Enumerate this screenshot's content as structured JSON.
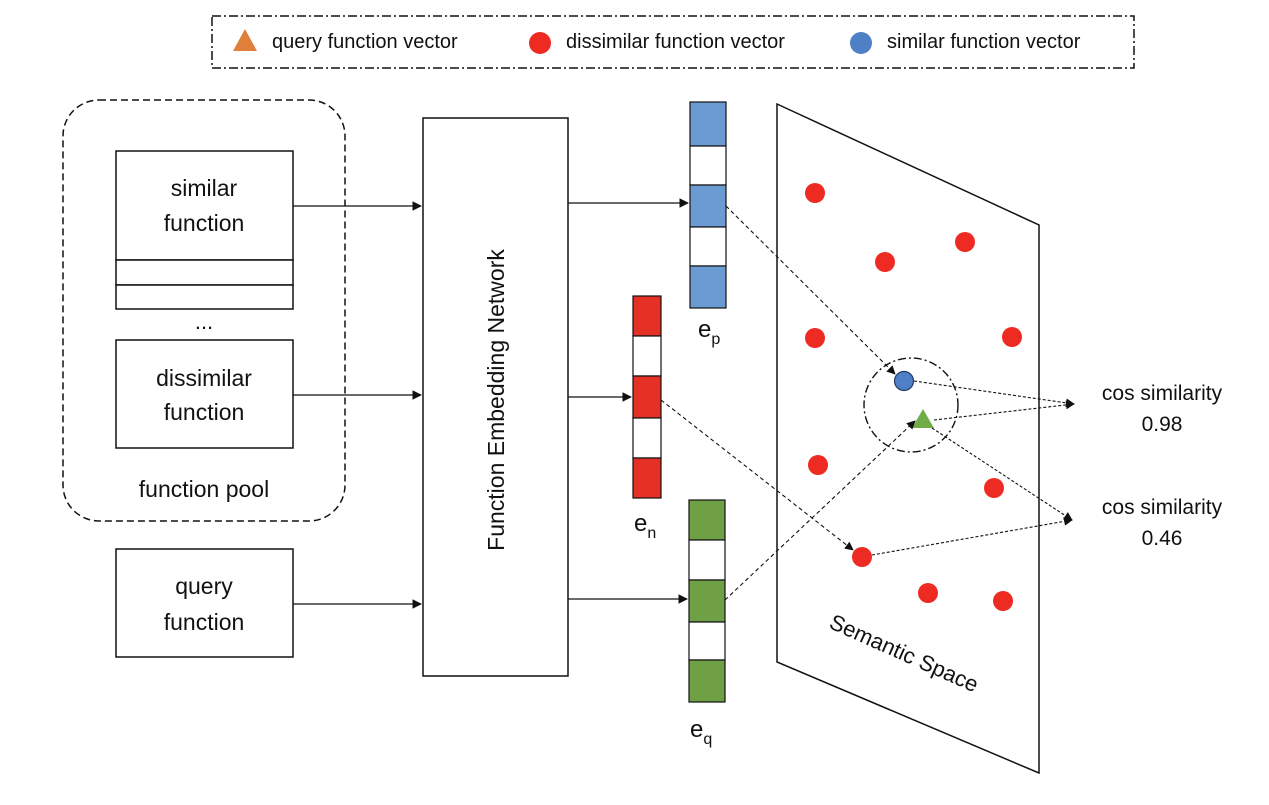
{
  "legend": {
    "query": "query function vector",
    "dissimilar": "dissimilar function vector",
    "similar": "similar function vector"
  },
  "pool": {
    "similar_line1": "similar",
    "similar_line2": "function",
    "ellipsis": "...",
    "dissimilar_line1": "dissimilar",
    "dissimilar_line2": "function",
    "label": "function pool"
  },
  "query_box": {
    "line1": "query",
    "line2": "function"
  },
  "network": {
    "label": "Function Embedding Network"
  },
  "embeddings": {
    "p": {
      "base": "e",
      "sub": "p"
    },
    "n": {
      "base": "e",
      "sub": "n"
    },
    "q": {
      "base": "e",
      "sub": "q"
    }
  },
  "space": {
    "label": "Semantic Space"
  },
  "results": [
    {
      "label": "cos similarity",
      "value": "0.98"
    },
    {
      "label": "cos similarity",
      "value": "0.46"
    }
  ],
  "colors": {
    "query_triangle_legend": "#e07f3c",
    "query_triangle": "#70ad47",
    "dissimilar": "#ee2b22",
    "similar": "#4f7fc5",
    "vec_p": "#6a9bd3",
    "vec_n": "#e53026",
    "vec_q": "#70a045"
  }
}
